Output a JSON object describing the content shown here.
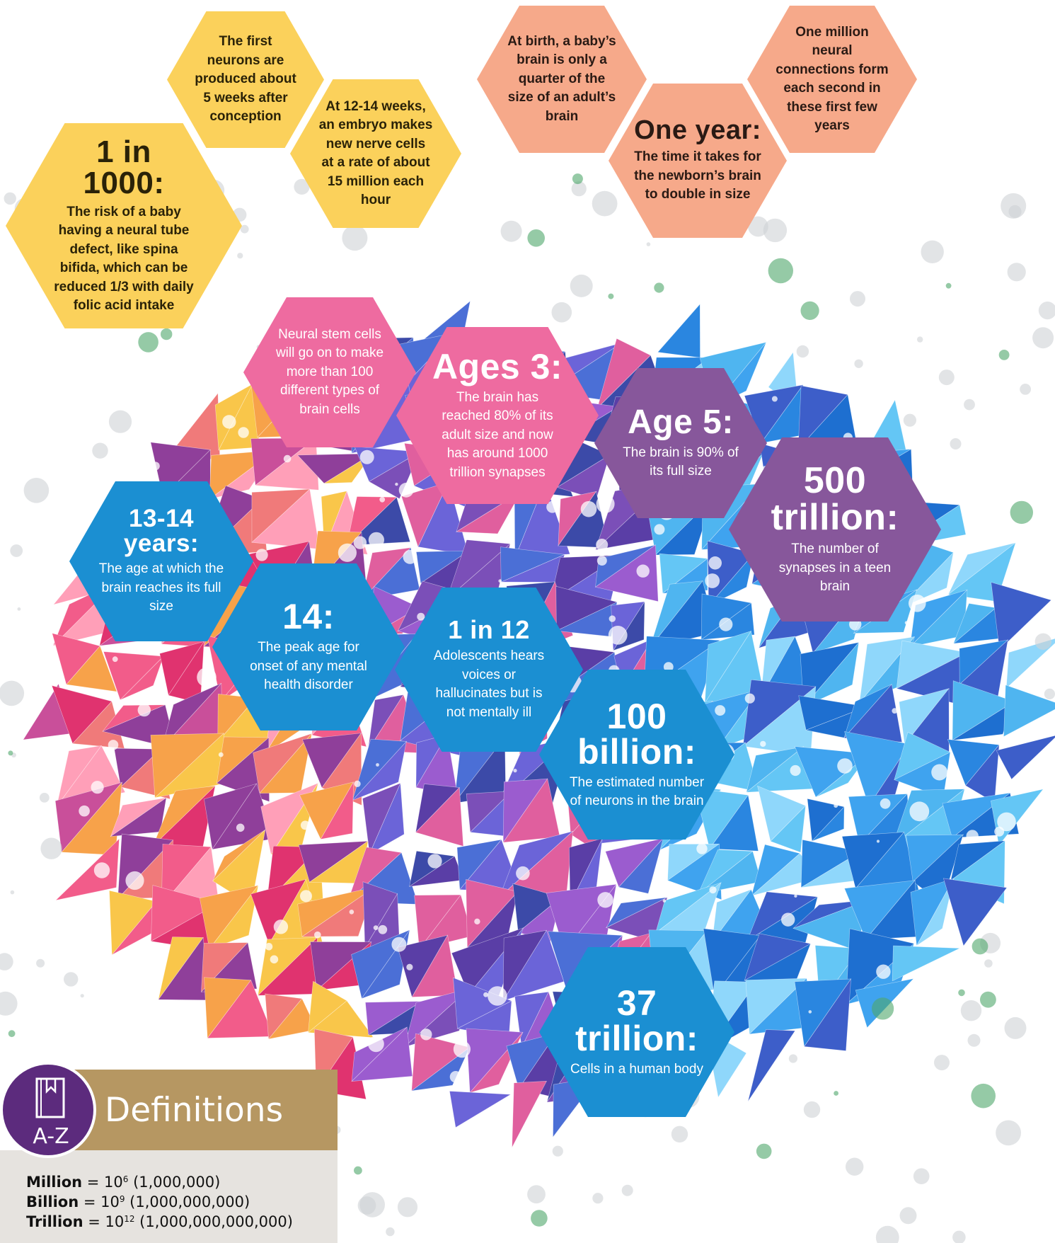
{
  "colors": {
    "yellow": "#fbd15b",
    "salmon": "#f6a98a",
    "pink": "#ee6ba0",
    "purple": "#87579b",
    "blue": "#1b8fd2",
    "definitions_header": "#b69762",
    "badge": "#5c2b7d"
  },
  "facts": {
    "first_neurons": {
      "text": "The first neurons are produced about 5 weeks after conception"
    },
    "weeks_12_14": {
      "text": "At 12-14 weeks, an embryo makes new nerve cells at a rate of about 15 million each hour"
    },
    "one_in_1000": {
      "headline": "1 in 1000:",
      "text": "The risk of a baby having a neural tube defect, like spina bifida, which can be reduced 1/3 with daily folic acid intake"
    },
    "at_birth": {
      "text": "At birth, a baby’s brain is only a quarter of the size of an adult’s brain"
    },
    "one_million": {
      "text": "One million neural connections form each second in these first few years"
    },
    "one_year": {
      "headline": "One year:",
      "text": "The time it takes for the newborn’s brain to double in size"
    },
    "neural_stem": {
      "text": "Neural stem cells will go on to make more than 100 different types of brain cells"
    },
    "ages_3": {
      "headline": "Ages 3:",
      "text": "The brain has reached 80% of its adult size and now has around 1000 trillion synapses"
    },
    "age_5": {
      "headline": "Age 5:",
      "text": "The brain is 90% of its full size"
    },
    "trillion_500": {
      "headline_1": "500",
      "headline_2": "trillion:",
      "text": "The number of synapses in a teen brain"
    },
    "years_13_14": {
      "headline": "13-14 years:",
      "text": "The age at which the brain reaches its full size"
    },
    "age_14": {
      "headline": "14:",
      "text": "The peak age for onset of any mental health disorder"
    },
    "one_in_12": {
      "headline": "1 in 12",
      "text": "Adolescents hears voices or hallucinates but is not mentally ill"
    },
    "billion_100": {
      "headline_1": "100",
      "headline_2": "billion:",
      "text": "The estimated number of neurons in the brain"
    },
    "trillion_37": {
      "headline_1": "37",
      "headline_2": "trillion:",
      "text": "Cells in a human body"
    }
  },
  "definitions": {
    "title": "Definitions",
    "badge_label": "A-Z",
    "icon": "book-icon",
    "items": [
      {
        "term": "Million",
        "eq": " = 10",
        "exp": "6",
        "value": " (1,000,000)"
      },
      {
        "term": "Billion",
        "eq": " = 10",
        "exp": "9",
        "value": " (1,000,000,000)"
      },
      {
        "term": "Trillion",
        "eq": " = 10",
        "exp": "12",
        "value": " (1,000,000,000,000)"
      }
    ]
  }
}
